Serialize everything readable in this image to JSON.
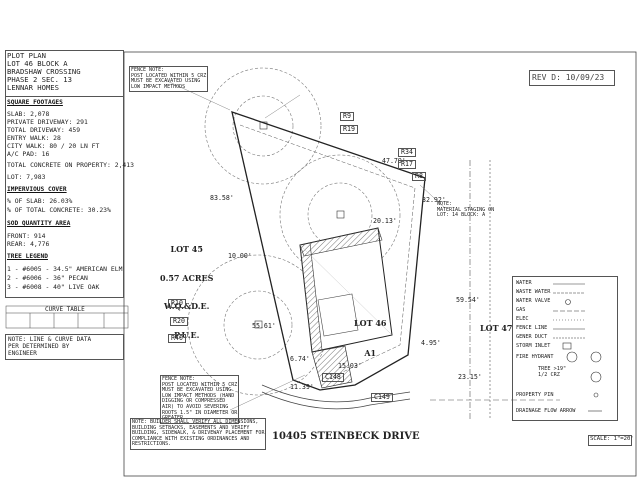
{
  "title_block": {
    "lines": [
      "PLOT PLAN",
      "LOT 46 BLOCK A",
      "BRADSHAW CROSSING",
      "PHASE 2 SEC. 13",
      "LENNAR HOMES"
    ]
  },
  "square_footages": {
    "heading": "SQUARE FOOTAGES",
    "rows": [
      "SLAB: 2,078",
      "PRIVATE DRIVEWAY: 291",
      "TOTAL DRIVEWAY: 459",
      "ENTRY WALK: 28",
      "CITY WALK: 80 / 20 LN FT",
      "A/C PAD: 16"
    ],
    "total_concrete": "TOTAL CONCRETE ON PROPERTY: 2,413",
    "lot": "LOT: 7,983"
  },
  "impervious": {
    "heading": "IMPERVIOUS COVER",
    "rows": [
      "% OF SLAB: 26.03%",
      "% OF TOTAL CONCRETE: 30.23%"
    ]
  },
  "sod": {
    "heading": "SOD QUANTITY AREA",
    "rows": [
      "FRONT: 914",
      "REAR: 4,776"
    ]
  },
  "tree_legend": {
    "heading": "TREE LEGEND",
    "rows": [
      "1 - #6005 - 34.5\" AMERICAN ELM",
      "2 - #6006 - 36\" PECAN",
      "3 - #6008 - 40\" LIVE OAK"
    ]
  },
  "curve_table": {
    "heading": "CURVE TABLE"
  },
  "curve_note": "NOTE: LINE & CURVE DATA\nPER DETERMINED BY\nENGINEER",
  "rev_date": "REV D: 10/09/23",
  "lots": {
    "lot45_lines": [
      "LOT 45",
      "0.57 ACRES",
      "W.Q.&D.E.",
      "P.U.E."
    ],
    "lot46_lines": [
      "LOT 46",
      "A1"
    ],
    "lot47": "LOT 47"
  },
  "street": "10405 STEINBECK DRIVE",
  "scale": "SCALE: 1\"=20'",
  "dimensions": {
    "d1": "83.58'",
    "d2": "47.79'",
    "d3": "20.13'",
    "d4": "32.92'",
    "d5": "59.54'",
    "d6": "10.00'",
    "d7": "55.61'",
    "d8": "6.74'",
    "d9": "11.39'",
    "d10": "15.03'",
    "d11": "4.95'",
    "d12": "23.15'"
  },
  "line_labels": [
    "R19",
    "R9",
    "R34",
    "R17",
    "R8",
    "R10",
    "R20",
    "R40",
    "C148",
    "C149"
  ],
  "notes": {
    "material": "NOTE:\nMATERIAL STAGING ON\nLOT: 14 BLOCK: A",
    "fence_top": "FENCE NOTE:\nPOST LOCATED WITHIN 5 CRZ\nMUST BE EXCAVATED USING\nLOW IMPACT METHODS",
    "fence_bottom": "FENCE NOTE:\nPOST LOCATED WITHIN 5 CRZ\nMUST BE EXCAVATED USING\nLOW IMPACT METHODS (HAND\nDIGGING OR COMPRESSED\nAIR) TO AVOID SEVERING\nROOTS 1.5\" IN DIAMETER OR\nGREATER",
    "builder": "NOTE: BUILDER SHALL VERIFY ALL DIMENSIONS,\nBUILDING SETBACKS, EASEMENTS AND VERIFY\nBUILDING, SIDEWALK, & DRIVEWAY PLACEMENT FOR\nCOMPLIANCE WITH EXISTING ORDINANCES AND\nRESTRICTIONS."
  },
  "legend": {
    "items": [
      "WATER",
      "WASTE WATER",
      "WATER VALVE",
      "GAS",
      "ELEC",
      "FENCE LINE",
      "GENER DUCT",
      "STORM INLET",
      "FIRE HYDRANT",
      "TREE >19\"\n1/2 CRZ",
      "PROPERTY PIN",
      "DRAINAGE FLOW ARROW"
    ]
  },
  "colors": {
    "line": "#333333",
    "slab_hatch": "#666666",
    "paper": "#ffffff"
  }
}
